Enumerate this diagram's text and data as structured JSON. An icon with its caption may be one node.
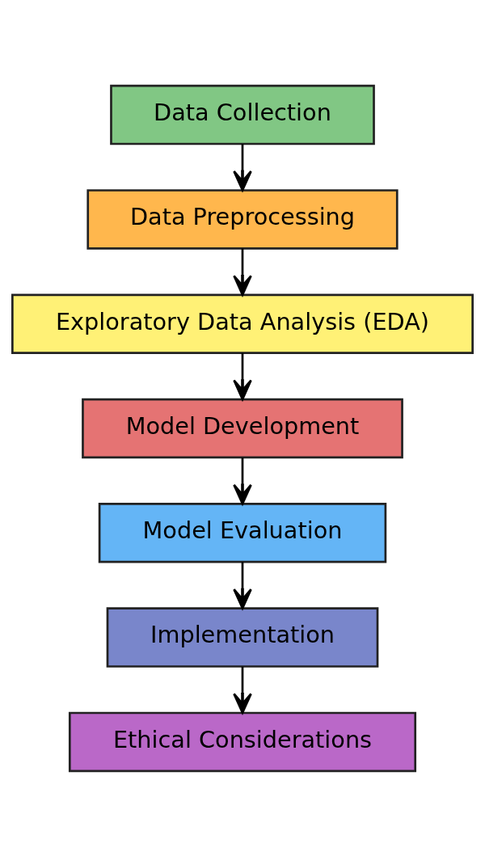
{
  "diagram": {
    "nodes": [
      {
        "text": [
          "Data Collection"
        ]
      },
      {
        "text": [
          "Data Preprocessing"
        ]
      },
      {
        "text": [
          "Exploratory Data Analysis (EDA)"
        ]
      },
      {
        "text": [
          "Model Development"
        ]
      },
      {
        "text": [
          "Model Evaluation"
        ]
      },
      {
        "text": [
          "Implementation"
        ]
      },
      {
        "text": [
          "Ethical Considerations"
        ]
      }
    ],
    "edges": [
      {
        "from": 0,
        "to": 1,
        "arrow": "to"
      },
      {
        "from": 1,
        "to": 2,
        "arrow": "to"
      },
      {
        "from": 2,
        "to": 3,
        "arrow": "to"
      },
      {
        "from": 3,
        "to": 4,
        "arrow": "to"
      },
      {
        "from": 4,
        "to": 5,
        "arrow": "to"
      },
      {
        "from": 5,
        "to": 6,
        "arrow": "to"
      }
    ]
  }
}
